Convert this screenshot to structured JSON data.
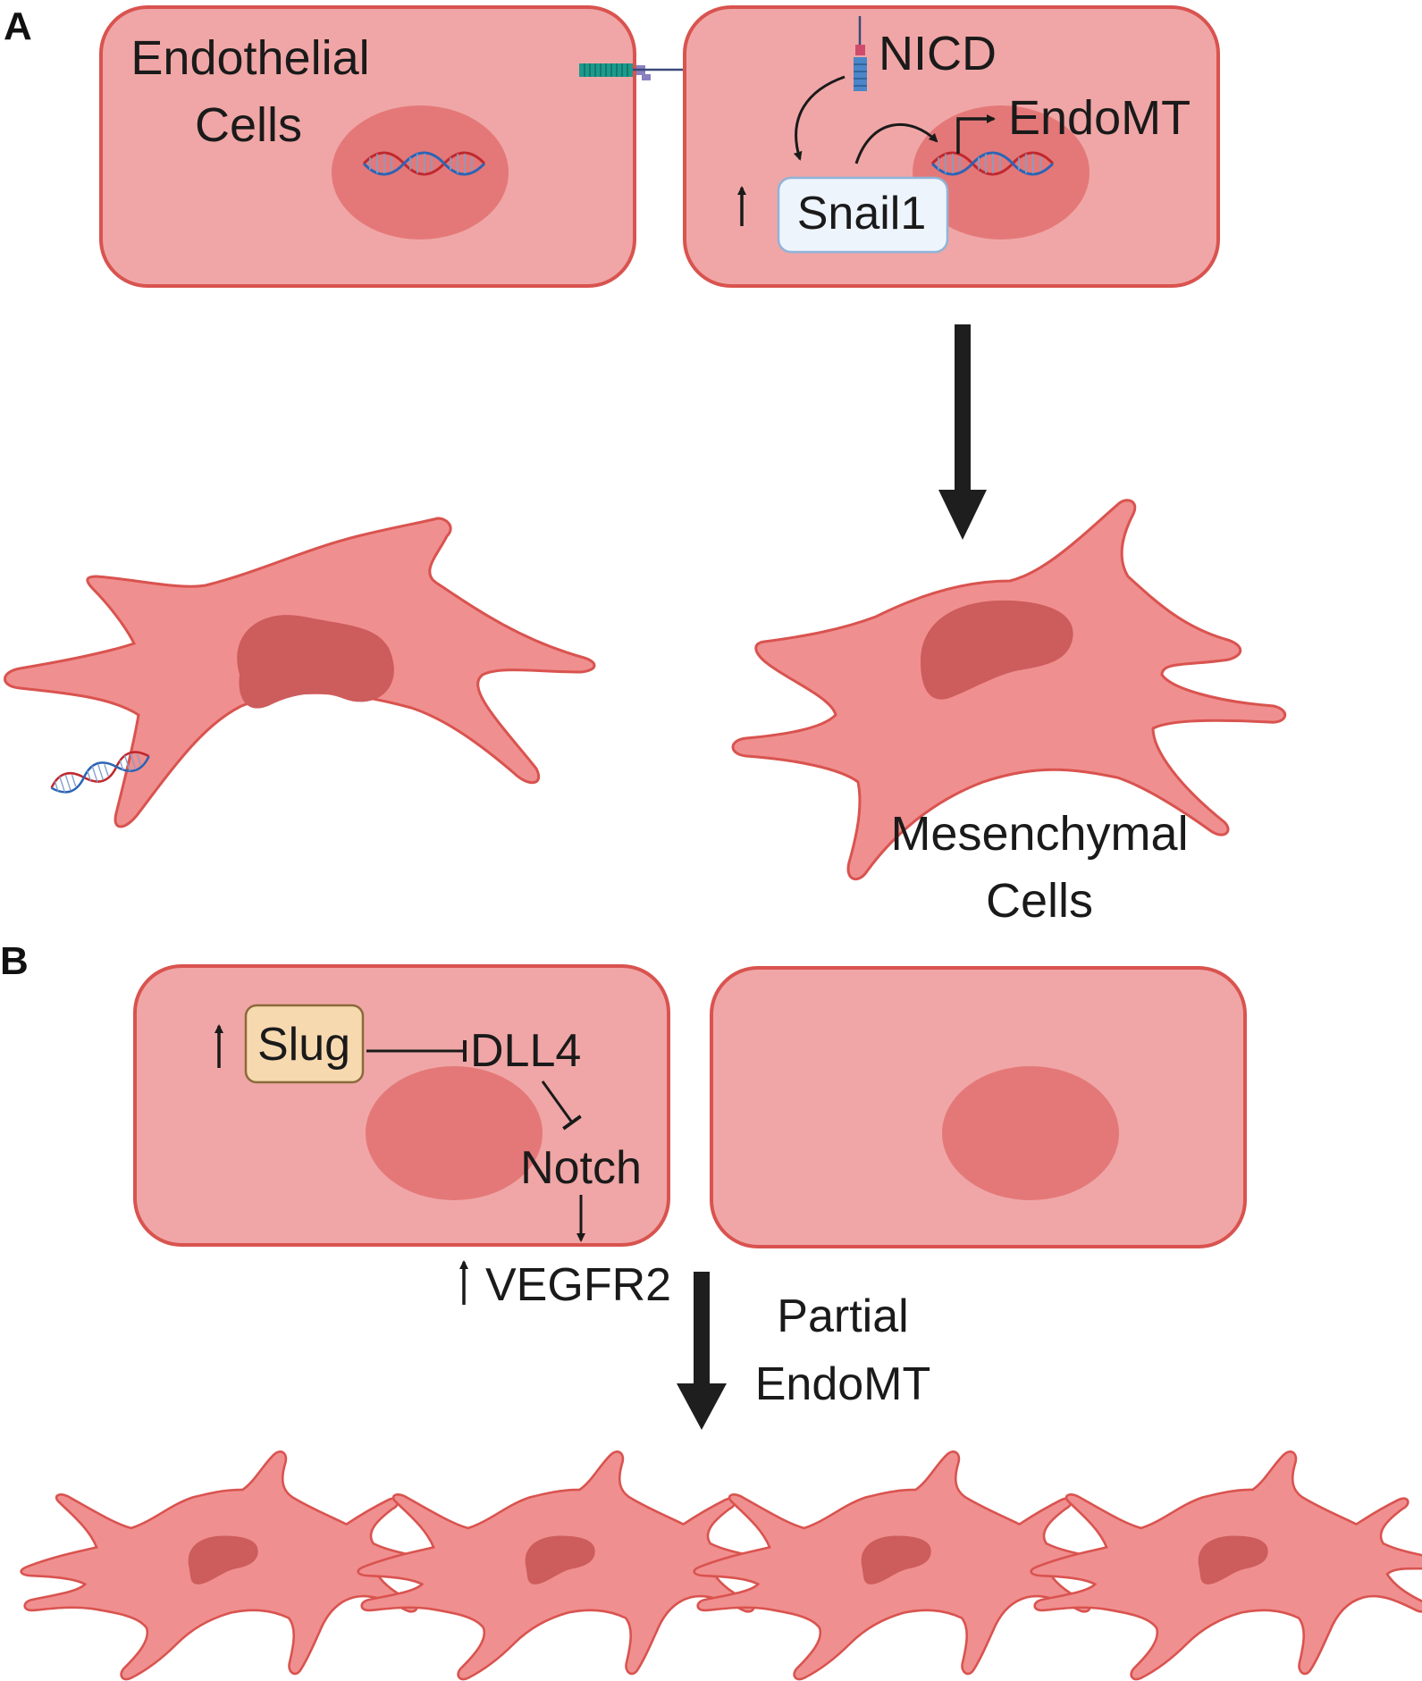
{
  "panels": {
    "a": "A",
    "b": "B"
  },
  "labels": {
    "endothelial_line1": "Endothelial",
    "endothelial_line2": "Cells",
    "nicd": "NICD",
    "endomt": "EndoMT",
    "snail1": "Snail1",
    "mesenchymal_line1": "Mesenchymal",
    "mesenchymal_line2": "Cells",
    "slug": "Slug",
    "dll4": "DLL4",
    "notch": "Notch",
    "vegfr2": "VEGFR2",
    "partial_line1": "Partial",
    "partial_line2": "EndoMT"
  },
  "colors": {
    "cell_fill": "#f0a6a6",
    "cell_stroke": "#d9534f",
    "nucleus_fill": "#e47878",
    "mesenchymal_fill": "#f08f8f",
    "mesenchymal_nucleus": "#cd5c5c",
    "snail_box_fill": "#eef4fb",
    "slug_box_fill": "#f7d9b0",
    "dna_red": "#c0282d",
    "dna_blue": "#2c64b4"
  },
  "icons": [
    "dna-icon",
    "notch-receptor-icon",
    "up-arrow-icon",
    "transcription-arrow-icon",
    "inhibition-arrow-icon"
  ]
}
